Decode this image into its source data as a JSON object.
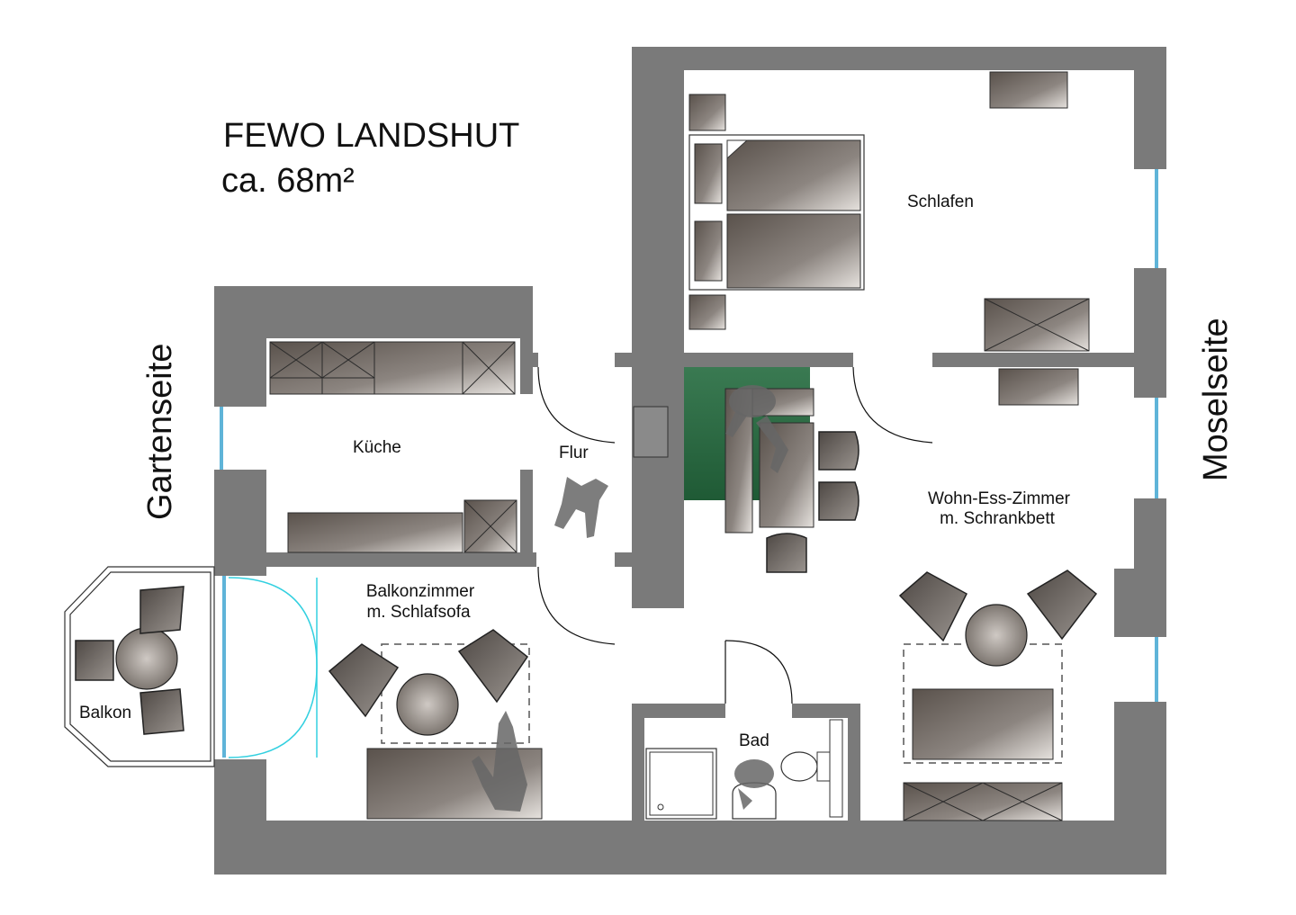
{
  "title": {
    "name": "FEWO LANDSHUT",
    "area": "ca. 68m²"
  },
  "rooms": {
    "schlafen": "Schlafen",
    "kueche": "Küche",
    "flur": "Flur",
    "wohn_line1": "Wohn-Ess-Zimmer",
    "wohn_line2": "m. Schrankbett",
    "balkonzimmer_line1": "Balkonzimmer",
    "balkonzimmer_line2": "m. Schlafsofa",
    "balkon": "Balkon",
    "bad": "Bad"
  },
  "sides": {
    "left": "Gartenseite",
    "right": "Moselseite"
  },
  "colors": {
    "wall": "#7a7a7a",
    "window_glass": "#5fb4d8",
    "furniture_dark": "#6b625a",
    "green_area": "#2e6e45"
  }
}
